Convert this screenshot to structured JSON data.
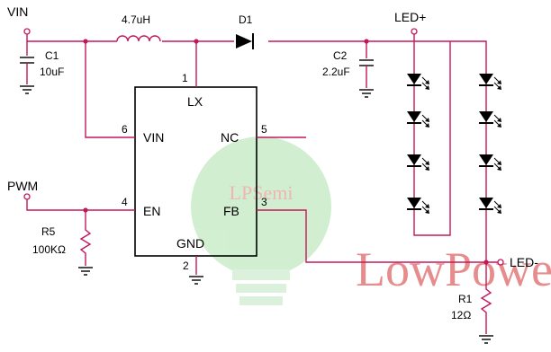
{
  "nets": {
    "vin": "VIN",
    "led_plus": "LED+",
    "led_minus": "LED-",
    "pwm": "PWM"
  },
  "components": {
    "c1": {
      "ref": "C1",
      "value": "10uF"
    },
    "l1": {
      "value": "4.7uH"
    },
    "d1": {
      "ref": "D1"
    },
    "c2": {
      "ref": "C2",
      "value": "2.2uF"
    },
    "r5": {
      "ref": "R5",
      "value": "100KΩ"
    },
    "r1": {
      "ref": "R1",
      "value": "12Ω"
    }
  },
  "ic": {
    "pins": [
      {
        "num": "1",
        "name": "LX"
      },
      {
        "num": "6",
        "name": "VIN"
      },
      {
        "num": "5",
        "name": "NC"
      },
      {
        "num": "4",
        "name": "EN"
      },
      {
        "num": "3",
        "name": "FB"
      },
      {
        "num": "2",
        "name": "GND"
      }
    ]
  },
  "watermark": {
    "text": "LowPower",
    "logo": "LPSemi"
  },
  "colors": {
    "wire": "#c2185b",
    "watermark_red": "#d32f2f",
    "watermark_green": "#2e7d32"
  }
}
